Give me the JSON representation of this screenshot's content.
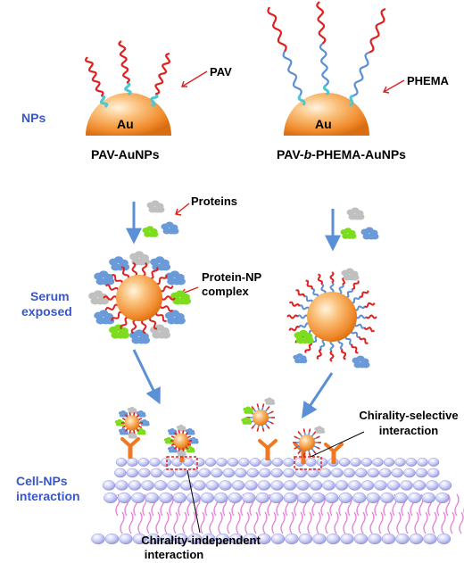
{
  "row_labels": {
    "nps": "NPs",
    "serum_line1": "Serum",
    "serum_line2": "exposed",
    "cell_line1": "Cell-NPs",
    "cell_line2": "interaction"
  },
  "core_label": "Au",
  "pav_label": "PAV",
  "phema_label": "PHEMA",
  "np1_name": "PAV-AuNPs",
  "np2_name_prefix": "PAV-",
  "np2_name_italic": "b",
  "np2_name_suffix": "-PHEMA-AuNPs",
  "proteins_label": "Proteins",
  "complex_line1": "Protein-NP",
  "complex_line2": "complex",
  "selective_line1": "Chirality-selective",
  "selective_line2": "interaction",
  "independent_line1": "Chirality-independent",
  "independent_line2": "interaction",
  "colors": {
    "row_label": "#3a57c8",
    "pav_chain": "#e02020",
    "phema_chain": "#5b8fd6",
    "protein_gray": "#c0c0c0",
    "protein_green": "#7ddc1f",
    "protein_blue": "#6a9ad8",
    "receptor": "#f07820",
    "arrow": "#5b8fd6",
    "pointer": "#e02020"
  }
}
